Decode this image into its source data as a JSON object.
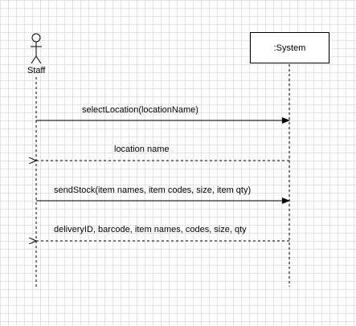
{
  "actor": {
    "name": "Staff",
    "icon": "stick-figure-icon"
  },
  "system": {
    "name": ":System"
  },
  "messages": [
    {
      "label": "selectLocation(locationName)",
      "kind": "sync"
    },
    {
      "label": "location name",
      "kind": "return"
    },
    {
      "label": "sendStock(item names, item codes, size, item qty)",
      "kind": "sync"
    },
    {
      "label": "deliveryID, barcode, item names, codes, size, qty",
      "kind": "return"
    }
  ],
  "colors": {
    "line": "#000000",
    "grid": "#e4e4e4",
    "background": "#ffffff"
  }
}
